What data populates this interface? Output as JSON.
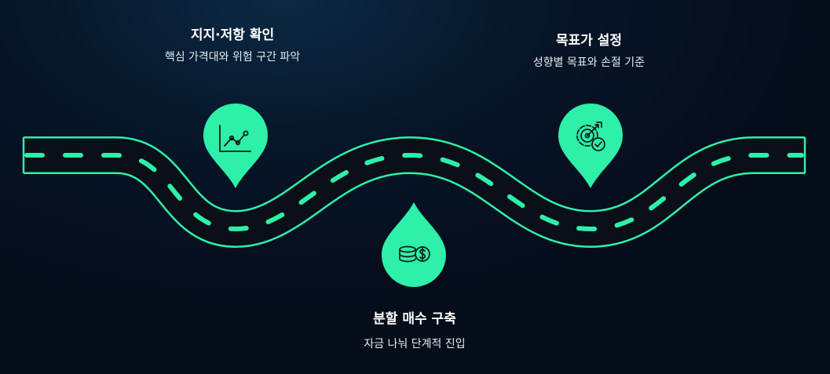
{
  "steps": [
    {
      "id": "support",
      "title": "지지·저항 확인",
      "description": "핵심 가격대와 위험 구간 파악",
      "icon": "line-chart-icon"
    },
    {
      "id": "buy",
      "title": "분할 매수 구축",
      "description": "자금 나눠 단계적 진입",
      "icon": "coin-stack-icon"
    },
    {
      "id": "target",
      "title": "목표가 설정",
      "description": "성향별 목표와 손절 기준",
      "icon": "target-icon"
    }
  ],
  "colors": {
    "accent": "#2ef0a8",
    "road": "#0a0f18",
    "background": "#050c1a",
    "icon_stroke": "#0a1a16"
  }
}
